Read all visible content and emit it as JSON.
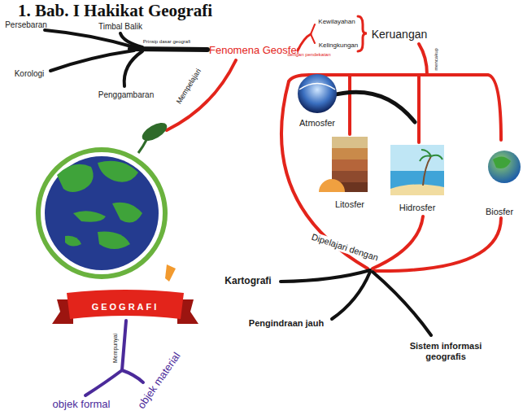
{
  "diagram": {
    "title": "1. Bab. I Hakikat Geografi",
    "nodes": [
      {
        "text": [
          "GEOGRAFI"
        ]
      }
    ],
    "labels": [
      "Persebaran",
      "Timbal Balik",
      "Prinsip dasar geografi",
      "Korologi",
      "Penggambaran",
      "Fenomena Geosfer",
      "dengan pendekatan",
      "Kewilayahan",
      "Kelingkungan",
      "Keruangan",
      "Mempelajari",
      "mencakup",
      "Atmosfer",
      "Litosfer",
      "Hidrosfer",
      "Biosfer",
      "Dipelajari dengan",
      "Kartografi",
      "Pengindraan jauh",
      "Sistem informasi geografis",
      "Mempunyai",
      "objek formal",
      "objek material"
    ]
  }
}
